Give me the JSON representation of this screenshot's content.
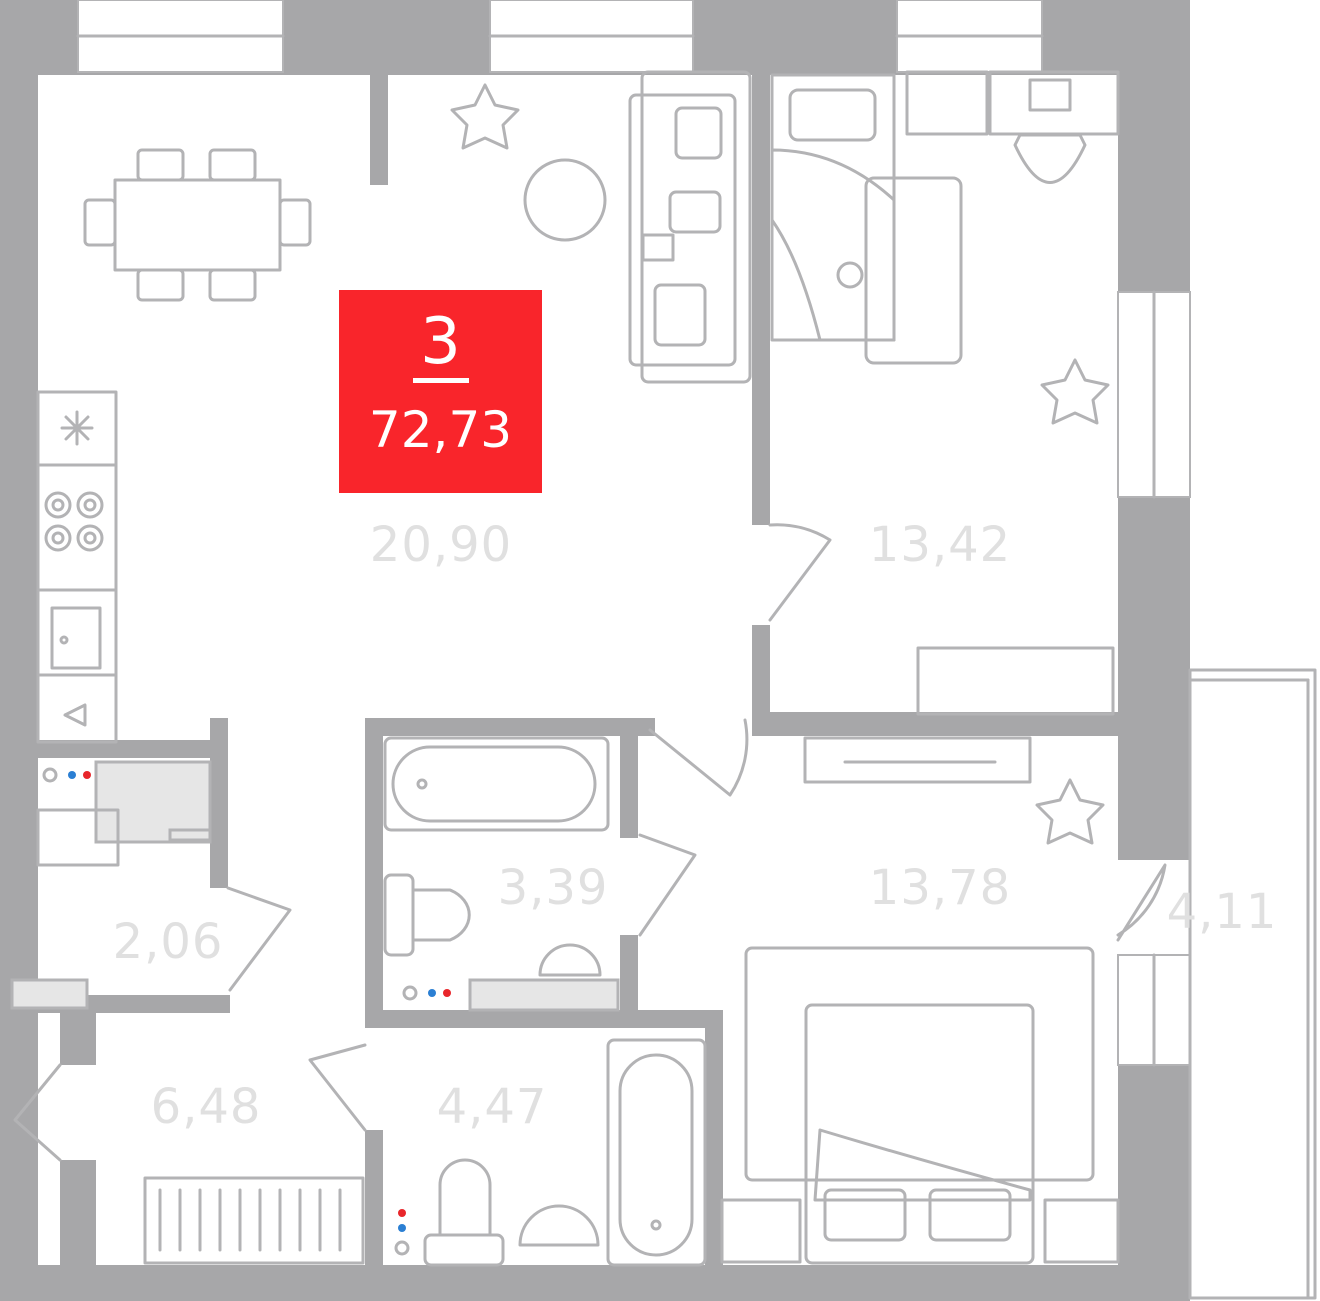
{
  "apartment": {
    "rooms_count": "3",
    "total_area": "72,73",
    "badge_color": "#f9252b",
    "wall_color": "#a7a7a9"
  },
  "areas": {
    "living_kitchen": "20,90",
    "bedroom_top_right": "13,42",
    "bedroom_bottom_right": "13,78",
    "balcony": "4,11",
    "bathroom": "3,39",
    "utility": "2,06",
    "hallway": "6,48",
    "second_bathroom": "4,47"
  }
}
